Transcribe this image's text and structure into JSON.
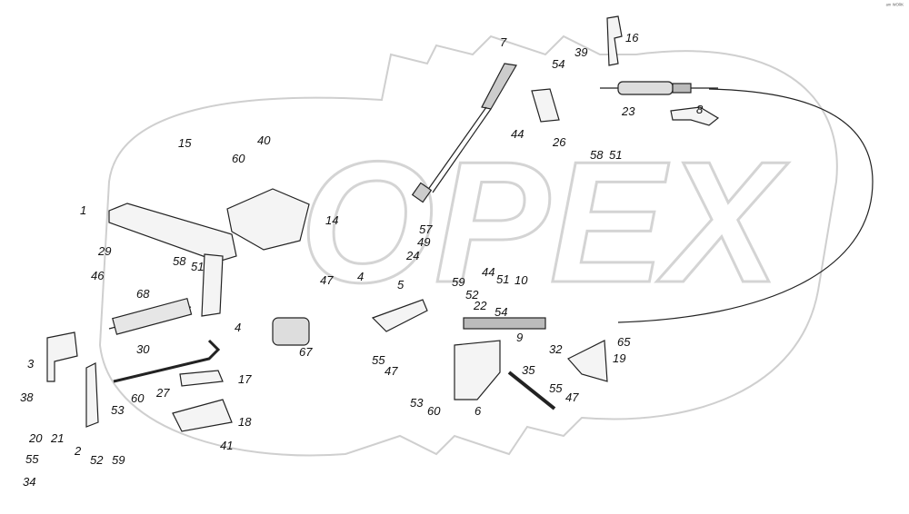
{
  "watermark": {
    "text": "OPEX",
    "color": "#dcdcdc"
  },
  "corner_mark": "ᵃᵐ ᵂᴼᴿᴷ",
  "colors": {
    "line": "#222222",
    "part_fill": "#f4f4f4",
    "part_shade": "#bdbdbd"
  },
  "callouts": [
    "1",
    "2",
    "3",
    "4",
    "4",
    "5",
    "6",
    "7",
    "8",
    "9",
    "10",
    "14",
    "15",
    "16",
    "17",
    "18",
    "19",
    "20",
    "21",
    "22",
    "23",
    "24",
    "26",
    "27",
    "29",
    "30",
    "32",
    "34",
    "35",
    "38",
    "39",
    "40",
    "41",
    "44",
    "44",
    "46",
    "47",
    "47",
    "47",
    "49",
    "51",
    "51",
    "51",
    "52",
    "52",
    "53",
    "53",
    "54",
    "54",
    "55",
    "55",
    "55",
    "57",
    "58",
    "58",
    "59",
    "59",
    "60",
    "60",
    "60",
    "65",
    "67",
    "68"
  ]
}
